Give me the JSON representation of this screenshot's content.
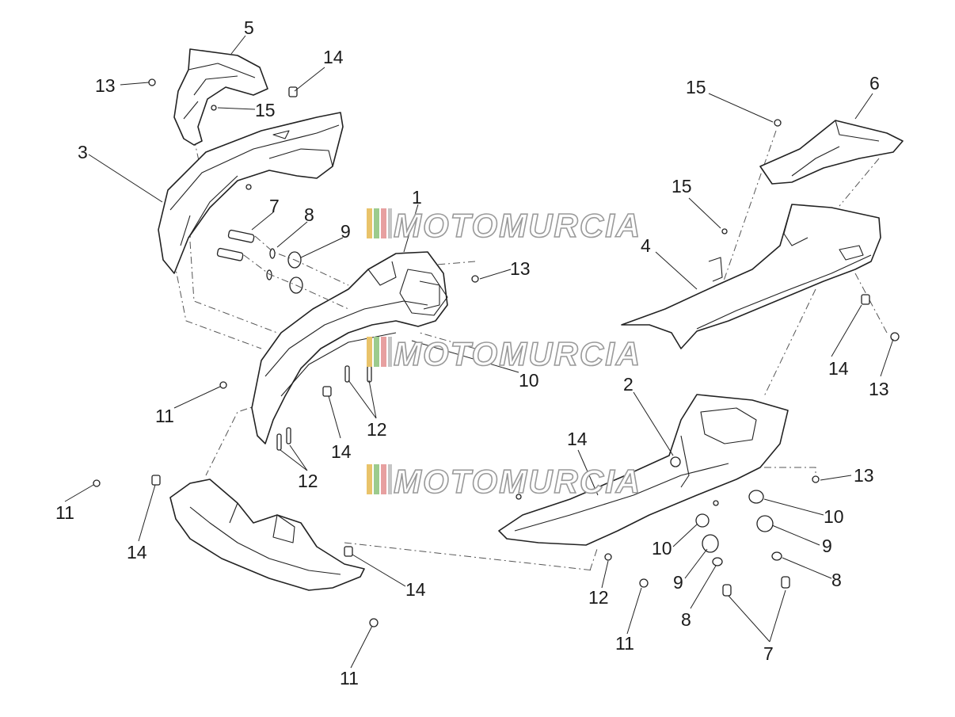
{
  "watermark": {
    "text": "MOTOMURCIA",
    "stripe_colors": [
      "#e9c36a",
      "#9ccb8d",
      "#e7a0a0",
      "#c5c5c5"
    ]
  },
  "callouts": [
    {
      "id": "c1",
      "label": "1"
    },
    {
      "id": "c2",
      "label": "2"
    },
    {
      "id": "c3",
      "label": "3"
    },
    {
      "id": "c4",
      "label": "4"
    },
    {
      "id": "c5",
      "label": "5"
    },
    {
      "id": "c6",
      "label": "6"
    },
    {
      "id": "c7a",
      "label": "7"
    },
    {
      "id": "c7b",
      "label": "7"
    },
    {
      "id": "c8a",
      "label": "8"
    },
    {
      "id": "c8b",
      "label": "8"
    },
    {
      "id": "c8c",
      "label": "8"
    },
    {
      "id": "c9a",
      "label": "9"
    },
    {
      "id": "c9b",
      "label": "9"
    },
    {
      "id": "c9c",
      "label": "9"
    },
    {
      "id": "c10a",
      "label": "10"
    },
    {
      "id": "c10b",
      "label": "10"
    },
    {
      "id": "c10c",
      "label": "10"
    },
    {
      "id": "c11a",
      "label": "11"
    },
    {
      "id": "c11b",
      "label": "11"
    },
    {
      "id": "c11c",
      "label": "11"
    },
    {
      "id": "c11d",
      "label": "11"
    },
    {
      "id": "c12a",
      "label": "12"
    },
    {
      "id": "c12b",
      "label": "12"
    },
    {
      "id": "c12c",
      "label": "12"
    },
    {
      "id": "c13a",
      "label": "13"
    },
    {
      "id": "c13b",
      "label": "13"
    },
    {
      "id": "c13c",
      "label": "13"
    },
    {
      "id": "c13d",
      "label": "13"
    },
    {
      "id": "c14a",
      "label": "14"
    },
    {
      "id": "c14b",
      "label": "14"
    },
    {
      "id": "c14c",
      "label": "14"
    },
    {
      "id": "c14d",
      "label": "14"
    },
    {
      "id": "c14e",
      "label": "14"
    },
    {
      "id": "c14f",
      "label": "14"
    },
    {
      "id": "c15a",
      "label": "15"
    },
    {
      "id": "c15b",
      "label": "15"
    },
    {
      "id": "c15c",
      "label": "15"
    }
  ]
}
